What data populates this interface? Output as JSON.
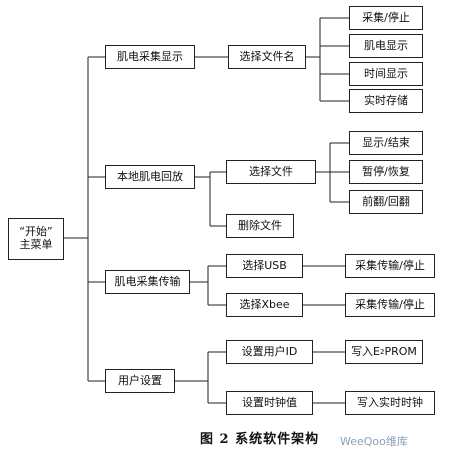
{
  "root": {
    "line1": "“开始”",
    "line2": "主菜单"
  },
  "level1": [
    {
      "label": "肌电采集显示"
    },
    {
      "label": "本地肌电回放"
    },
    {
      "label": "肌电采集传输"
    },
    {
      "label": "用户设置"
    }
  ],
  "level2": {
    "select_filename": "选择文件名",
    "select_file": "选择文件",
    "delete_file": "删除文件",
    "select_usb": "选择USB",
    "select_xbee": "选择Xbee",
    "set_user_id": "设置用户ID",
    "set_clock": "设置时钟值"
  },
  "level3": {
    "collect_stop": "采集/停止",
    "emg_display": "肌电显示",
    "time_display": "时间显示",
    "realtime_store": "实时存储",
    "display_end": "显示/结束",
    "pause_resume": "暂停/恢复",
    "forward_back": "前翻/回翻",
    "usb_transfer": "采集传输/停止",
    "xbee_transfer": "采集传输/停止",
    "write_eeprom_prefix": "写入E",
    "write_eeprom_sup": "2",
    "write_eeprom_suffix": "PROM",
    "write_rtc": "写入实时时钟"
  },
  "caption": "图 2   系统软件架构",
  "watermark": "WeeQoo维库"
}
